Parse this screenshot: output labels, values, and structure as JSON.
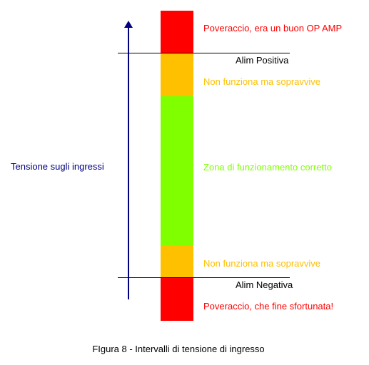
{
  "axis": {
    "label": "Tensione sugli ingressi",
    "color": "#000080"
  },
  "rails": {
    "positive": "Alim Positiva",
    "negative": "Alim Negativa"
  },
  "zones": [
    {
      "label": "Poveraccio, era un buon OP AMP",
      "color": "#ff0000"
    },
    {
      "label": "Non funziona ma sopravvive",
      "color": "#ffc000"
    },
    {
      "label": "Zona di funzionamento corretto",
      "color": "#80ff00"
    },
    {
      "label": "Non funziona ma sopravvive",
      "color": "#ffc000"
    },
    {
      "label": "Poveraccio, che fine sfortunata!",
      "color": "#ff0000"
    }
  ],
  "caption": "FIgura 8 - Intervalli di tensione di ingresso"
}
